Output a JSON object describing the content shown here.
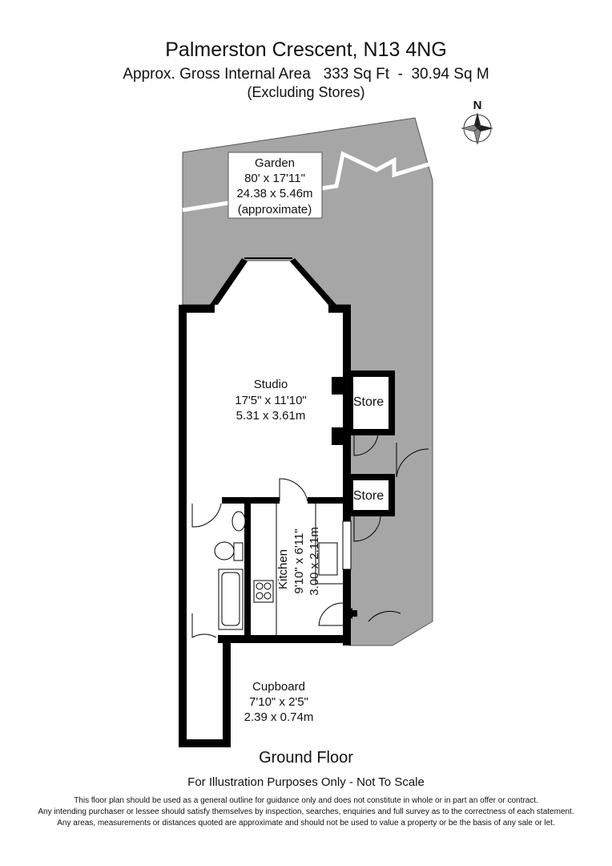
{
  "header": {
    "title": "Palmerston Crescent, N13 4NG",
    "area": "Approx. Gross Internal Area   333 Sq Ft  -  30.94 Sq M",
    "note": "(Excluding Stores)"
  },
  "compass": {
    "label": "N"
  },
  "rooms": {
    "garden": {
      "name": "Garden",
      "imperial": "80' x 17'11\"",
      "metric": "24.38 x 5.46m",
      "note": "(approximate)"
    },
    "studio": {
      "name": "Studio",
      "imperial": "17'5\" x 11'10\"",
      "metric": "5.31 x 3.61m"
    },
    "store1": {
      "name": "Store"
    },
    "store2": {
      "name": "Store"
    },
    "kitchen": {
      "name": "Kitchen",
      "imperial": "9'10\" x 6'11\"",
      "metric": "3.00 x 2.11m"
    },
    "cupboard": {
      "name": "Cupboard",
      "imperial": "7'10\" x 2'5\"",
      "metric": "2.39 x 0.74m"
    }
  },
  "floor_label": "Ground Floor",
  "footer": {
    "scale_note": "For Illustration Purposes Only - Not To Scale",
    "disclaimer": [
      "This floor plan should be used as a general outline for guidance only and does not constitute in whole or in part an offer or contract.",
      "Any intending purchaser or lessee should satisfy themselves by inspection, searches, enquiries and full survey as to the correctness of each statement.",
      "Any areas, measurements or distances quoted are approximate and should not be used to value a property or be the basis of any sale or let."
    ]
  },
  "colors": {
    "garden": "#a6a6a6",
    "walls": "#000000"
  }
}
